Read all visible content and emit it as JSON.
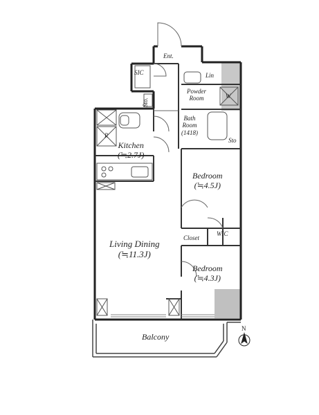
{
  "rooms": {
    "entrance": {
      "name": "Ent."
    },
    "sic": {
      "name": "SIC"
    },
    "storage_left": {
      "name": "Sto."
    },
    "linen": {
      "name": "Lin"
    },
    "powder": {
      "name": "Powder",
      "name2": "Room"
    },
    "washer": {
      "name": "W"
    },
    "bath": {
      "name": "Bath",
      "name2": "Room",
      "size": "(1418)"
    },
    "storage_right": {
      "name": "Sto"
    },
    "kitchen": {
      "name": "Kitchen",
      "area": "(≒2.7J)"
    },
    "refrigerator": {
      "name": "R"
    },
    "bedroom1": {
      "name": "Bedroom",
      "area": "(≒4.5J)"
    },
    "living": {
      "name": "Living Dining",
      "area": "(≒11.3J)"
    },
    "closet": {
      "name": "Closet"
    },
    "wic": {
      "name": "WIC"
    },
    "bedroom2": {
      "name": "Bedroom",
      "area": "(≒4.3J)"
    },
    "balcony": {
      "name": "Balcony"
    }
  },
  "compass": {
    "label": "N"
  },
  "colors": {
    "wall": "#222222",
    "shaft": "#c8c8c8",
    "line": "#555555"
  }
}
